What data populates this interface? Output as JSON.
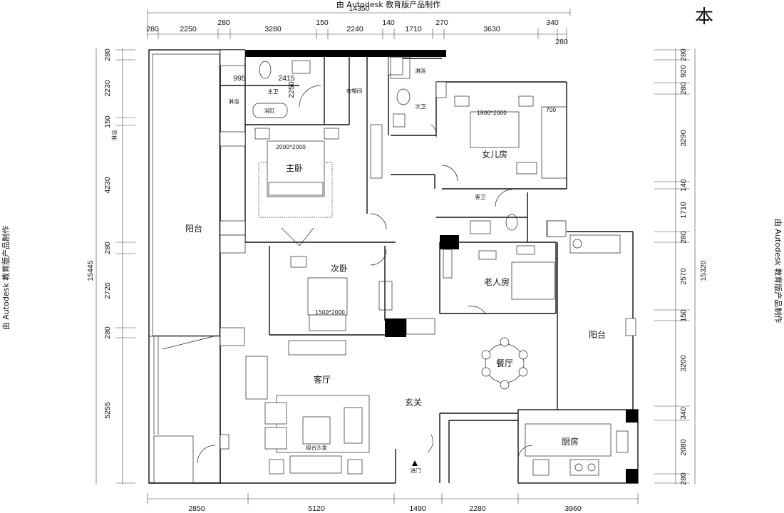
{
  "watermark": "由 Autodesk 教育版产品制作",
  "corner_glyph": "本",
  "dims": {
    "top": [
      "280",
      "2250",
      "280",
      "3280",
      "150",
      "2240",
      "140",
      "1710",
      "270",
      "3630",
      "340",
      "280"
    ],
    "top_overall": "14350",
    "bottom": [
      "2850",
      "5120",
      "1490",
      "2280",
      "3960"
    ],
    "left": [
      "280",
      "2230",
      "150",
      "4230",
      "280",
      "2720",
      "280",
      "5255"
    ],
    "left_overall": "15445",
    "right": [
      "280",
      "920",
      "280",
      "3290",
      "140",
      "1710",
      "280",
      "2570",
      "150",
      "3200",
      "340",
      "2080",
      "280"
    ],
    "right_overall": "15320",
    "inner_995": "995",
    "inner_2415": "2415",
    "inner_2250": "2250",
    "inner_700": "700"
  },
  "rooms": {
    "balcony_left": "阳台",
    "master_bath": "主卫",
    "shower_1": "淋浴",
    "shower_2": "淋浴",
    "bathtub": "浴缸",
    "closet": "衣帽间",
    "master_bed": "主卧",
    "master_bed_size": "2000*2000",
    "second_bath": "次卫",
    "daughter_room": "女儿房",
    "daughter_bed_size": "1800*2000",
    "guest_bath": "客卫",
    "second_bed": "次卧",
    "second_bed_size": "1500*2000",
    "elder_room": "老人房",
    "living": "客厅",
    "sofa": "组合沙发",
    "foyer": "玄关",
    "dining": "餐厅",
    "balcony_right": "阳台",
    "kitchen": "厨房",
    "entrance": "进门",
    "left_dim_label": "淋浴"
  }
}
